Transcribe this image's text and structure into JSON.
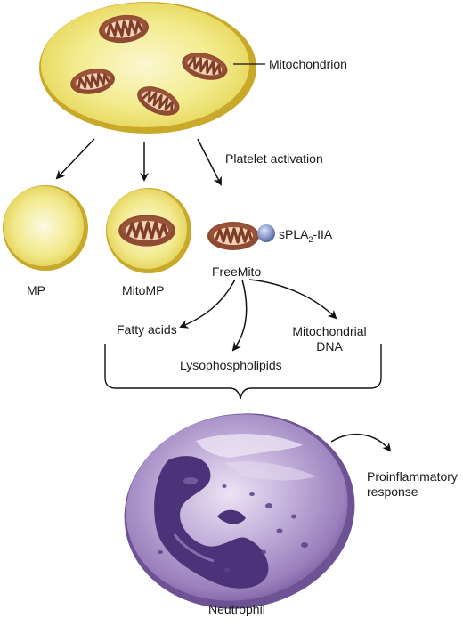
{
  "labels": {
    "mitochondrion": "Mitochondrion",
    "platelet_activation": "Platelet activation",
    "mp": "MP",
    "mitomp": "MitoMP",
    "freemito": "FreeMito",
    "spla2_prefix": "sPLA",
    "spla2_sub": "2",
    "spla2_suffix": "-IIA",
    "fatty_acids": "Fatty acids",
    "lysophospholipids": "Lysophospholipids",
    "mito_dna_line1": "Mitochondrial",
    "mito_dna_line2": "DNA",
    "proinflammatory_line1": "Proinflammatory",
    "proinflammatory_line2": "response",
    "neutrophil": "Neutrophil"
  },
  "colors": {
    "platelet_fill": "#f0ea86",
    "platelet_rim": "#c9a92a",
    "mito_outer": "#8e4b33",
    "mito_inner": "#f1d2b6",
    "neutrophil_fill": "#a88fc6",
    "nucleus": "#4b3279",
    "spla2_bead": "#7e8fc4",
    "arrow": "#111111"
  }
}
